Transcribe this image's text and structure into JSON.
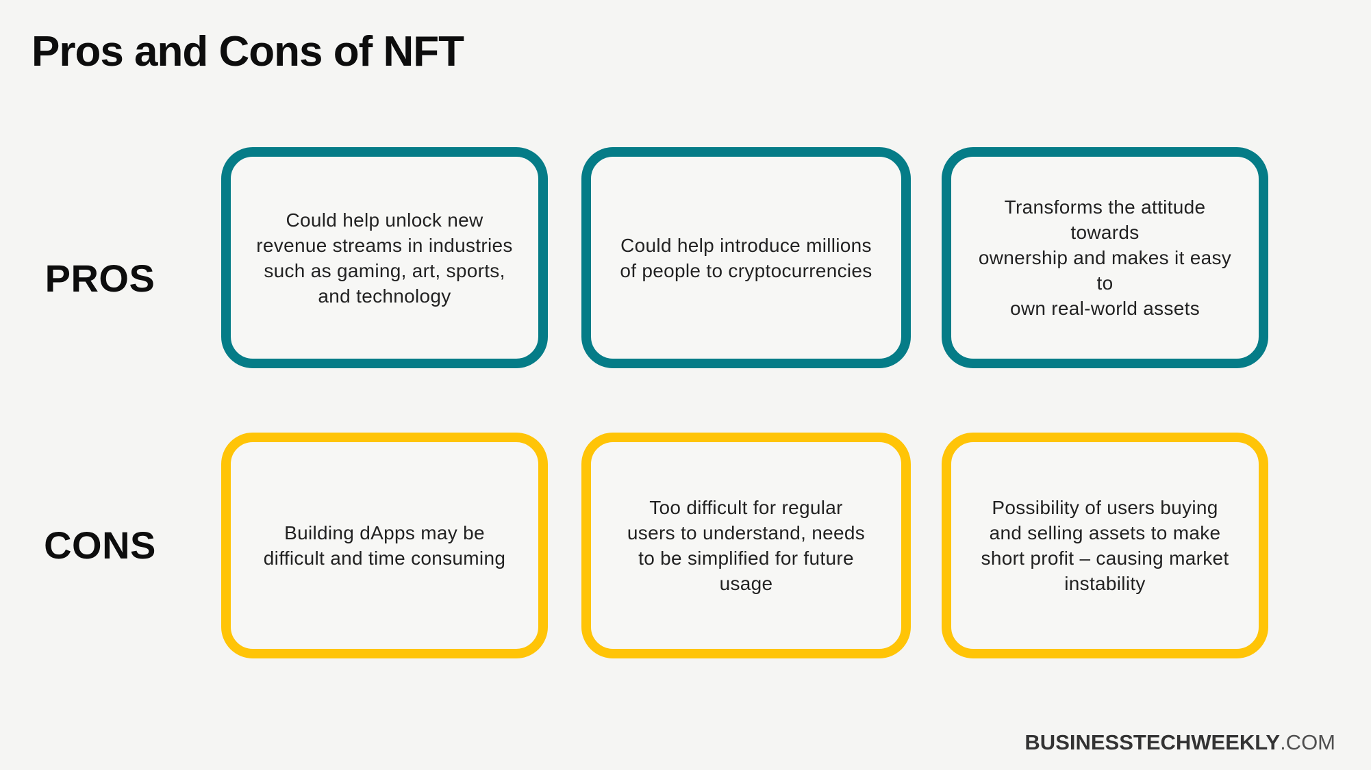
{
  "title": "Pros and Cons of NFT",
  "theme": {
    "background": "#f5f5f3",
    "card_fill": "#f7f7f5",
    "pros_color": "#057c87",
    "cons_color": "#ffc407",
    "title_color": "#0d0d0d",
    "text_color": "#222222"
  },
  "sections": [
    {
      "label": "PROS",
      "boxes": [
        {
          "lines": [
            "Could help unlock new",
            "revenue streams in industries",
            "such as gaming, art, sports,",
            "and technology"
          ]
        },
        {
          "lines": [
            "Could help introduce millions",
            "of people to cryptocurrencies"
          ]
        },
        {
          "lines": [
            "Transforms the attitude towards",
            "ownership and makes it easy to",
            "own real-world assets"
          ]
        }
      ]
    },
    {
      "label": "CONS",
      "boxes": [
        {
          "lines": [
            "Building dApps may be",
            "difficult and time consuming"
          ]
        },
        {
          "lines": [
            "Too difficult for regular",
            "users to understand, needs",
            "to be simplified for future",
            "usage"
          ]
        },
        {
          "lines": [
            "Possibility of users buying",
            "and selling assets to make",
            "short profit – causing market",
            "instability"
          ]
        }
      ]
    }
  ],
  "footer": {
    "brand": "BUSINESSTECHWEEKLY",
    "domain": ".COM"
  }
}
